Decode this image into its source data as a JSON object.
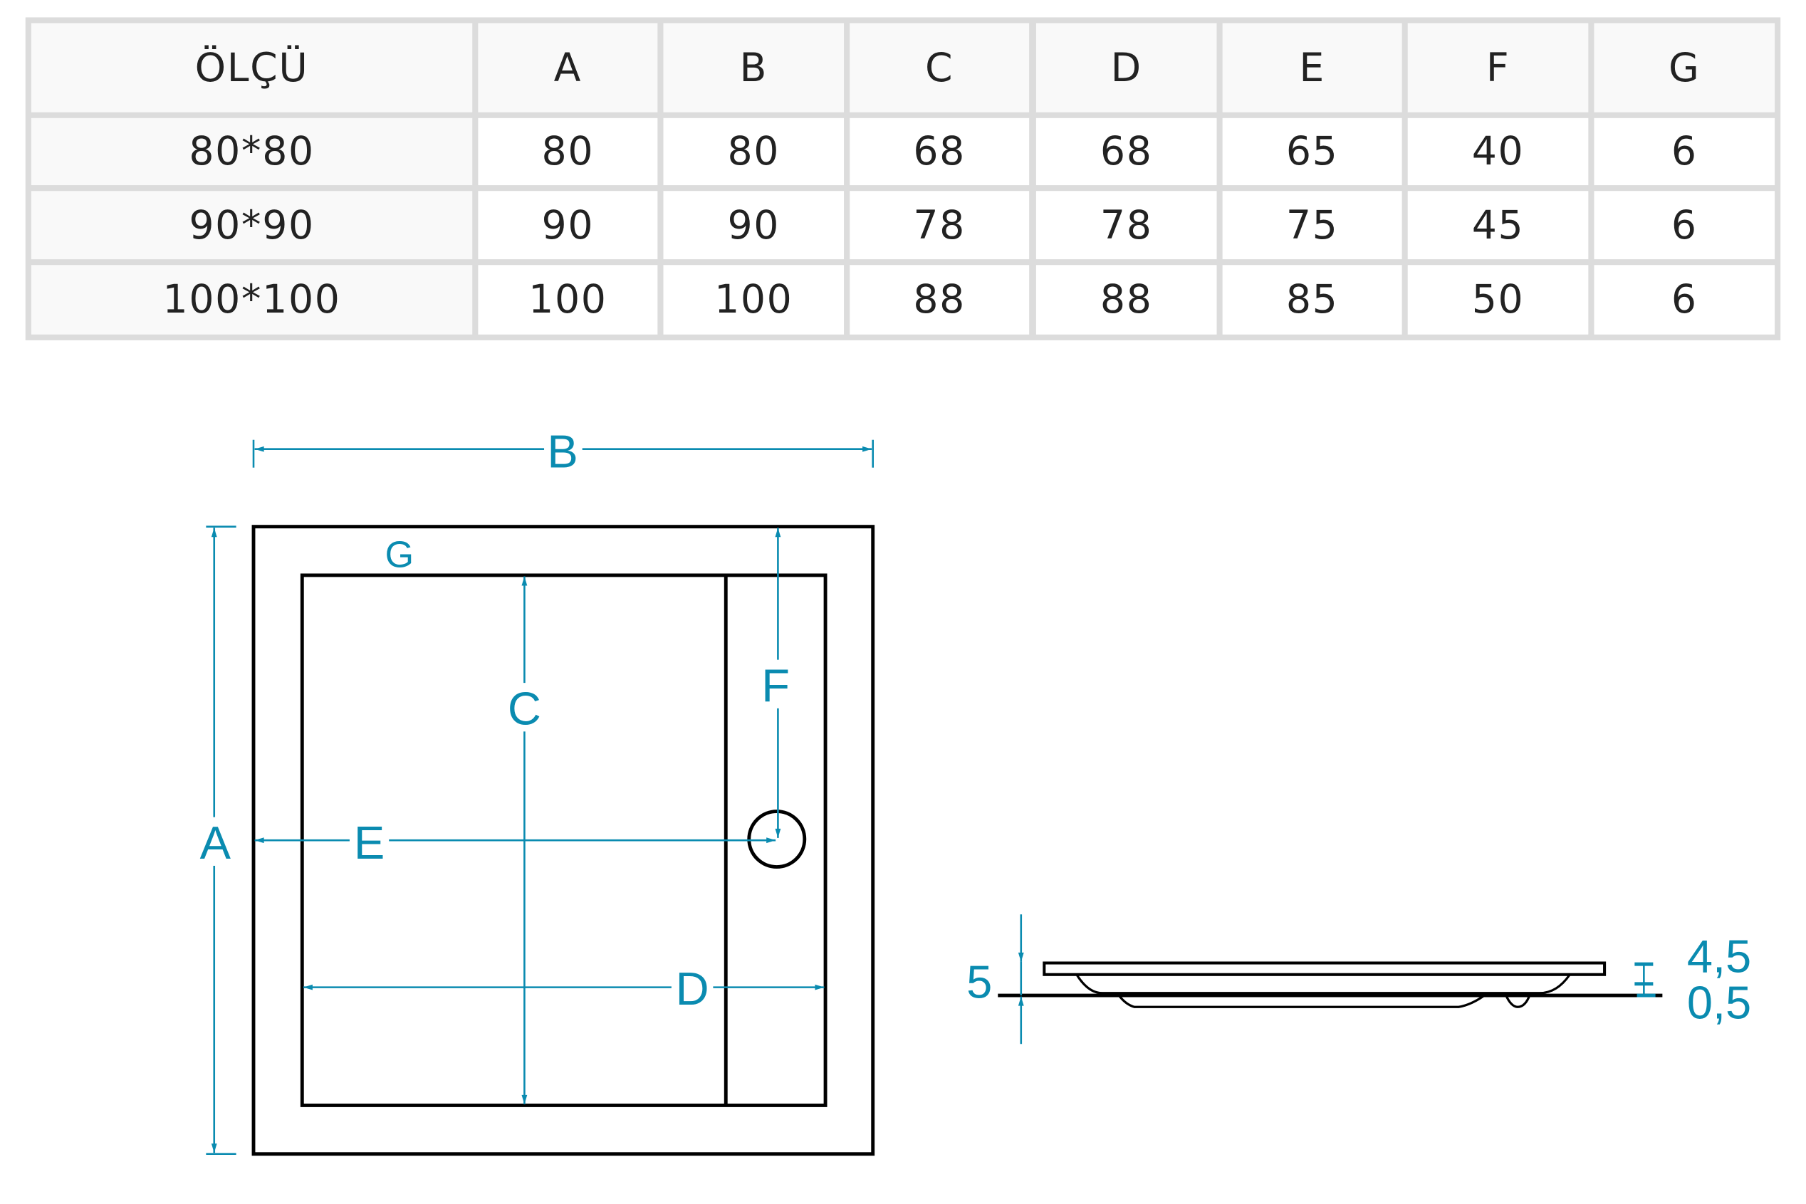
{
  "table": {
    "headers": [
      "ÖLÇÜ",
      "A",
      "B",
      "C",
      "D",
      "E",
      "F",
      "G"
    ],
    "rows": [
      [
        "80*80",
        "80",
        "80",
        "68",
        "68",
        "65",
        "40",
        "6"
      ],
      [
        "90*90",
        "90",
        "90",
        "78",
        "78",
        "75",
        "45",
        "6"
      ],
      [
        "100*100",
        "100",
        "100",
        "88",
        "88",
        "85",
        "50",
        "6"
      ]
    ]
  },
  "drawing": {
    "labels": {
      "A": "A",
      "B": "B",
      "C": "C",
      "D": "D",
      "E": "E",
      "F": "F",
      "G": "G"
    },
    "side": {
      "total": "5",
      "top": "4,5",
      "bottom": "0,5"
    },
    "accent_color": "#0a8bb0"
  }
}
